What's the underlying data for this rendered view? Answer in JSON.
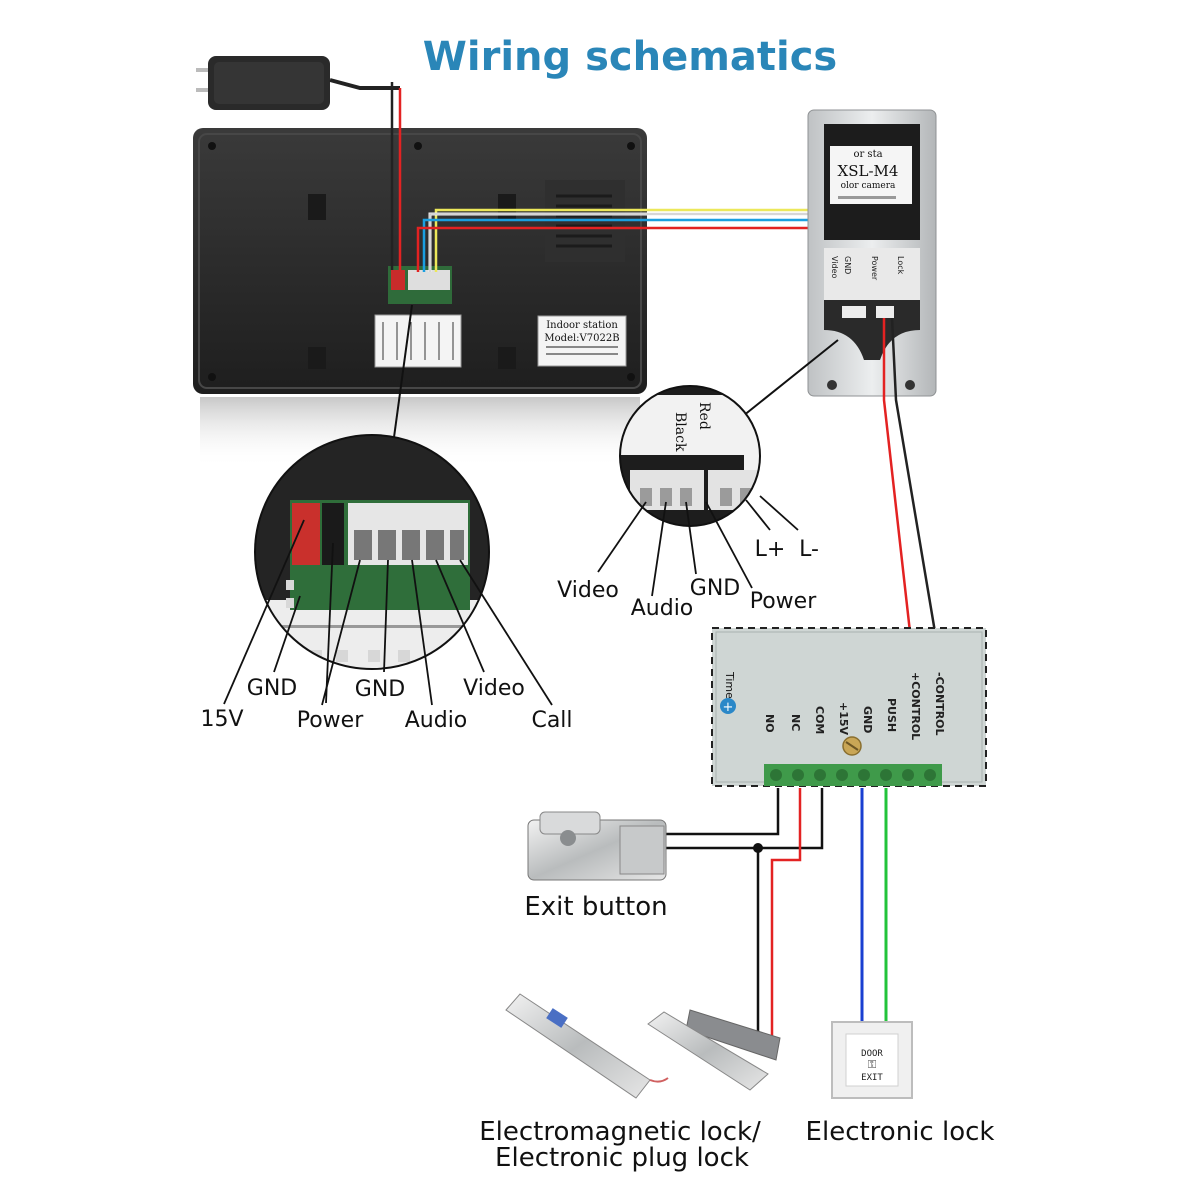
{
  "title": "Wiring schematics",
  "colors": {
    "title": "#2a86b8",
    "monitor": "#2b2b2b",
    "wire_red": "#e32222",
    "wire_black": "#111111",
    "wire_blue": "#1a3fd1",
    "wire_green": "#22c33a",
    "wire_yellow": "#ece85a",
    "wire_white": "#f2f2f2",
    "controller": "#cfd6d4"
  },
  "indoor_station": {
    "label_title": "Indoor station",
    "label_model": "Model:V7022B",
    "callout_labels": [
      "GND",
      "15V",
      "GND",
      "Power",
      "Audio",
      "Video",
      "Call"
    ]
  },
  "outdoor_camera": {
    "label_model": "XSL-M4",
    "label_sub": "olor camera",
    "label_top": "or sta",
    "terminal_marks": [
      "Video",
      "GND",
      "Power",
      "Lock"
    ],
    "callout_terminal_text": [
      "Black",
      "Red"
    ],
    "callout_labels": [
      "Video",
      "Audio",
      "GND",
      "Power",
      "L+",
      "L-"
    ]
  },
  "controller": {
    "time_label": "Time",
    "terminals": [
      "NO",
      "NC",
      "COM",
      "+15V",
      "GND",
      "PUSH",
      "+CONTROL",
      "-CONTROL"
    ]
  },
  "devices": {
    "exit_button": "Exit button",
    "lock_line1": "Electromagnetic lock/",
    "lock_line2": "Electronic plug lock",
    "electronic_lock": "Electronic lock",
    "door_exit_text_1": "DOOR",
    "door_exit_text_2": "EXIT"
  }
}
